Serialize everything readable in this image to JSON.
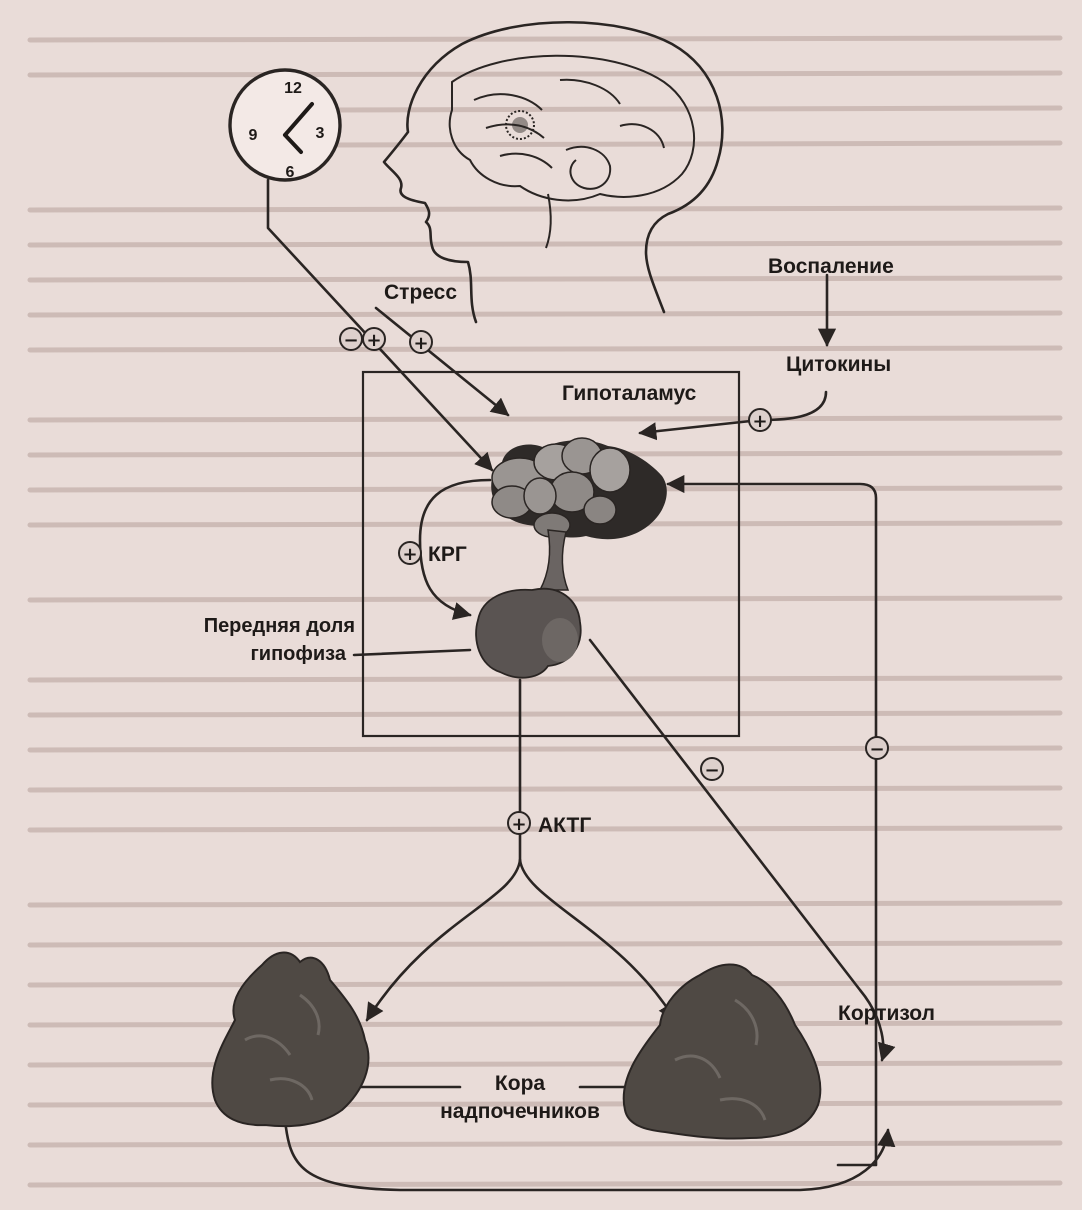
{
  "labels": {
    "stress": "Стресс",
    "inflammation": "Воспаление",
    "cytokines": "Цитокины",
    "hypothalamus": "Гипоталамус",
    "crh": "КРГ",
    "pituitary_line1": "Передняя доля",
    "pituitary_line2": "гипофиза",
    "acth": "АКТГ",
    "cortisol": "Кортизол",
    "adrenal_line1": "Кора",
    "adrenal_line2": "надпочечников"
  },
  "clock": {
    "n12": "12",
    "n3": "3",
    "n6": "6",
    "n9": "9"
  },
  "signs": {
    "plus": "+",
    "minus": "−"
  },
  "colors": {
    "paper": "#e9dcd8",
    "ink": "#2a2523",
    "hypothalamus_dark": "#2e2a28",
    "hypothalamus_light": "#9a9592",
    "pituitary": "#5a5452",
    "adrenal": "#4f4944"
  }
}
